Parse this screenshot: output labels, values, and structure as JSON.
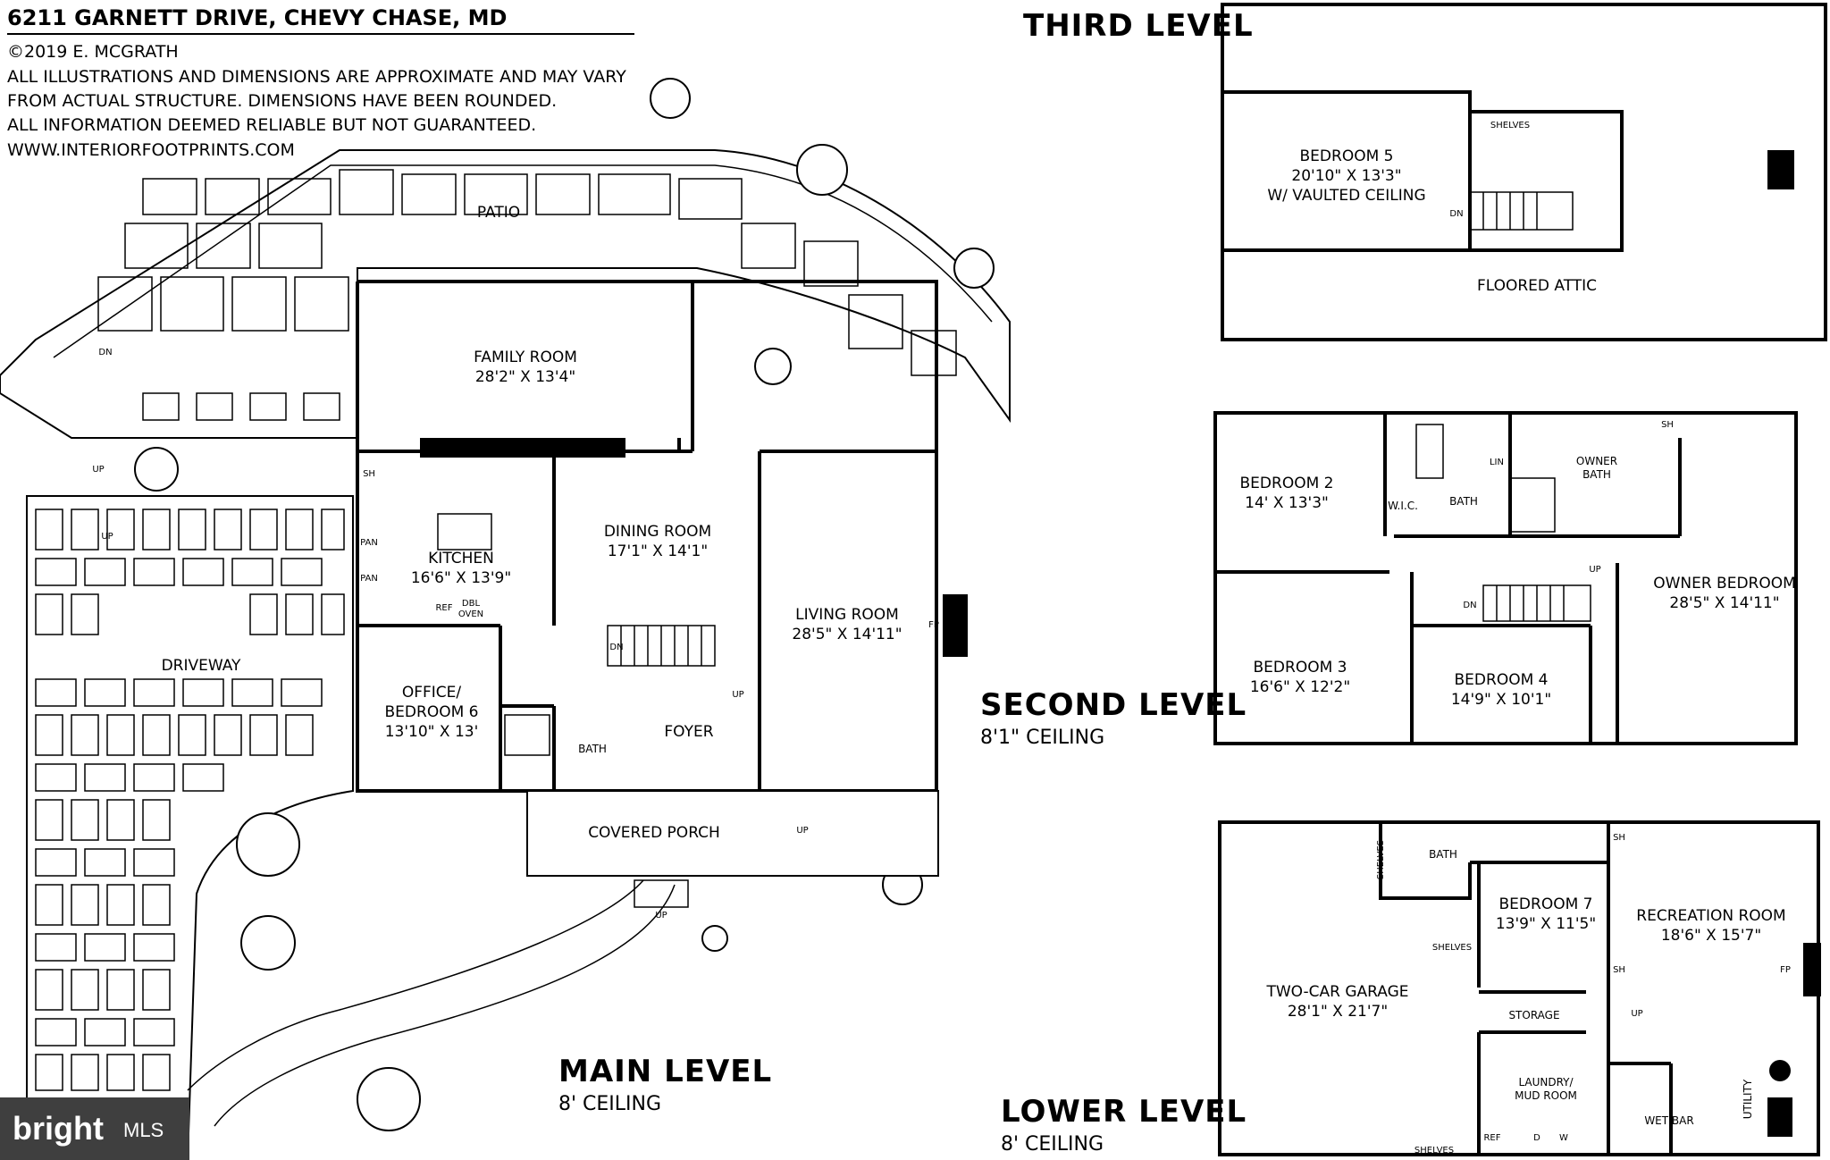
{
  "header": {
    "title": "6211 GARNETT DRIVE, CHEVY CHASE, MD",
    "lines": [
      "©2019 E. MCGRATH",
      "ALL ILLUSTRATIONS AND DIMENSIONS ARE APPROXIMATE AND MAY VARY",
      "FROM ACTUAL STRUCTURE. DIMENSIONS HAVE BEEN ROUNDED.",
      "ALL INFORMATION DEEMED RELIABLE BUT NOT GUARANTEED.",
      "WWW.INTERIORFOOTPRINTS.COM"
    ]
  },
  "levels": {
    "main": {
      "name": "MAIN LEVEL",
      "ceiling": "8' CEILING"
    },
    "second": {
      "name": "SECOND LEVEL",
      "ceiling": "8'1\" CEILING"
    },
    "third": {
      "name": "THIRD LEVEL"
    },
    "lower": {
      "name": "LOWER LEVEL",
      "ceiling": "8' CEILING"
    }
  },
  "main_rooms": {
    "patio": "PATIO",
    "family": {
      "name": "FAMILY ROOM",
      "dims": "28'2\" X 13'4\""
    },
    "kitchen": {
      "name": "KITCHEN",
      "dims": "16'6\" X 13'9\""
    },
    "dining": {
      "name": "DINING ROOM",
      "dims": "17'1\" X 14'1\""
    },
    "living": {
      "name": "LIVING ROOM",
      "dims": "28'5\" X 14'11\""
    },
    "office": {
      "name1": "OFFICE/",
      "name2": "BEDROOM 6",
      "dims": "13'10\" X 13'"
    },
    "foyer": "FOYER",
    "bath": "BATH",
    "porch": "COVERED PORCH",
    "driveway": "DRIVEWAY",
    "labels": {
      "dn": "DN",
      "up": "UP",
      "sh": "SH",
      "pan": "PAN",
      "ref": "REF",
      "dbl": "DBL",
      "oven": "OVEN",
      "fp": "FP"
    }
  },
  "third_rooms": {
    "bedroom5": {
      "name": "BEDROOM 5",
      "dims": "20'10\" X 13'3\"",
      "note": "W/ VAULTED CEILING"
    },
    "attic": "FLOORED ATTIC",
    "shelves": "SHELVES",
    "dn": "DN"
  },
  "second_rooms": {
    "bedroom2": {
      "name": "BEDROOM 2",
      "dims": "14' X 13'3\""
    },
    "bedroom3": {
      "name": "BEDROOM 3",
      "dims": "16'6\" X 12'2\""
    },
    "bedroom4": {
      "name": "BEDROOM 4",
      "dims": "14'9\" X 10'1\""
    },
    "owner_bedroom": {
      "name": "OWNER BEDROOM",
      "dims": "28'5\" X 14'11\""
    },
    "owner_bath1": "OWNER",
    "owner_bath2": "BATH",
    "bath": "BATH",
    "wic": "W.I.C.",
    "lin": "LIN",
    "sh": "SH",
    "dn": "DN",
    "up": "UP"
  },
  "lower_rooms": {
    "garage": {
      "name": "TWO-CAR GARAGE",
      "dims": "28'1\" X 21'7\""
    },
    "bedroom7": {
      "name": "BEDROOM 7",
      "dims": "13'9\" X 11'5\""
    },
    "recreation": {
      "name": "RECREATION ROOM",
      "dims": "18'6\" X 15'7\""
    },
    "bath": "BATH",
    "storage": "STORAGE",
    "laundry1": "LAUNDRY/",
    "laundry2": "MUD ROOM",
    "wet_bar": "WET BAR",
    "utility": "UTILITY",
    "shelves": "SHELVES",
    "sh": "SH",
    "up": "UP",
    "fp": "FP",
    "ref": "REF",
    "d": "D",
    "w": "W"
  },
  "badge": {
    "brand": "bright",
    "suffix": "MLS"
  }
}
